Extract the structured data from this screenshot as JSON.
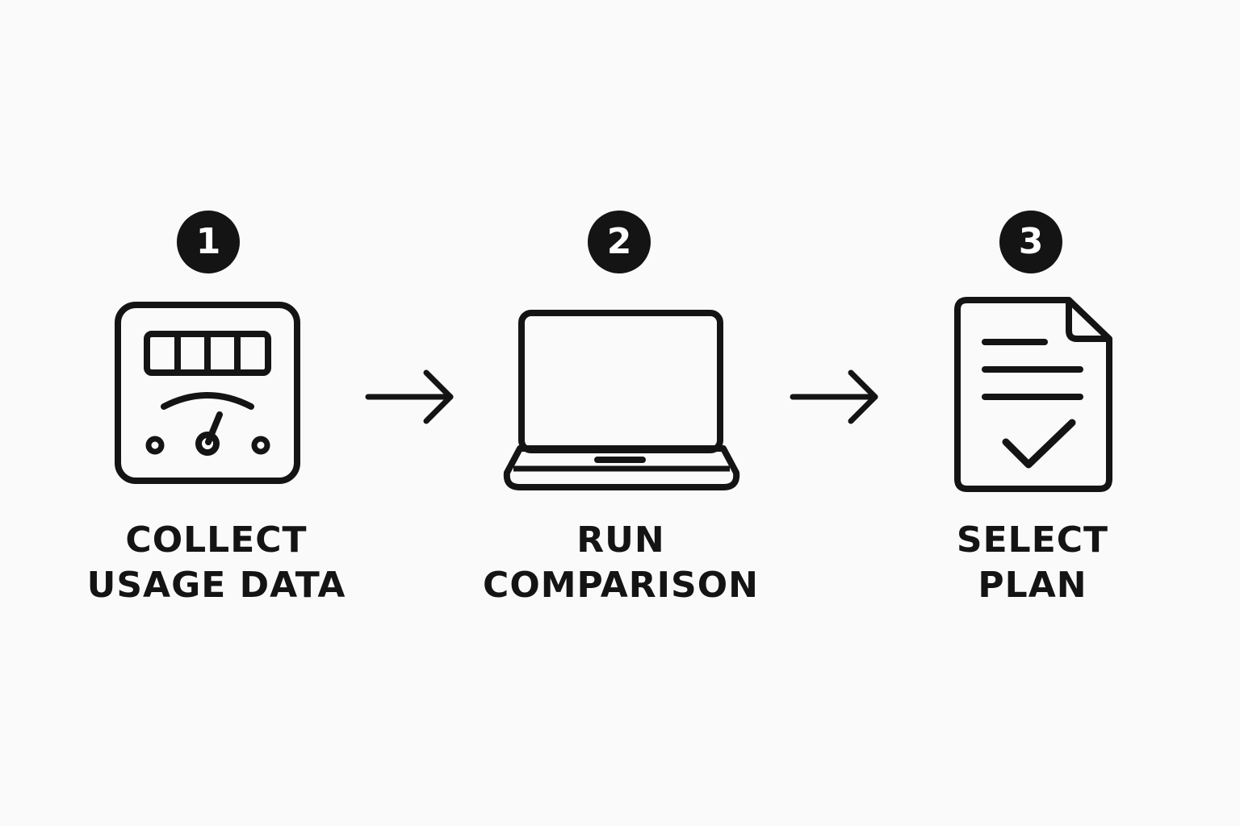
{
  "colors": {
    "background": "#fafafa",
    "ink": "#141414",
    "badge_text": "#ffffff"
  },
  "steps": [
    {
      "number": "1",
      "icon": "utility-meter-icon",
      "label_line1": "COLLECT",
      "label_line2": "USAGE DATA"
    },
    {
      "number": "2",
      "icon": "laptop-icon",
      "label_line1": "RUN",
      "label_line2": "COMPARISON"
    },
    {
      "number": "3",
      "icon": "document-check-icon",
      "label_line1": "SELECT",
      "label_line2": "PLAN"
    }
  ],
  "connectors": [
    {
      "icon": "arrow-right-icon"
    },
    {
      "icon": "arrow-right-icon"
    }
  ]
}
